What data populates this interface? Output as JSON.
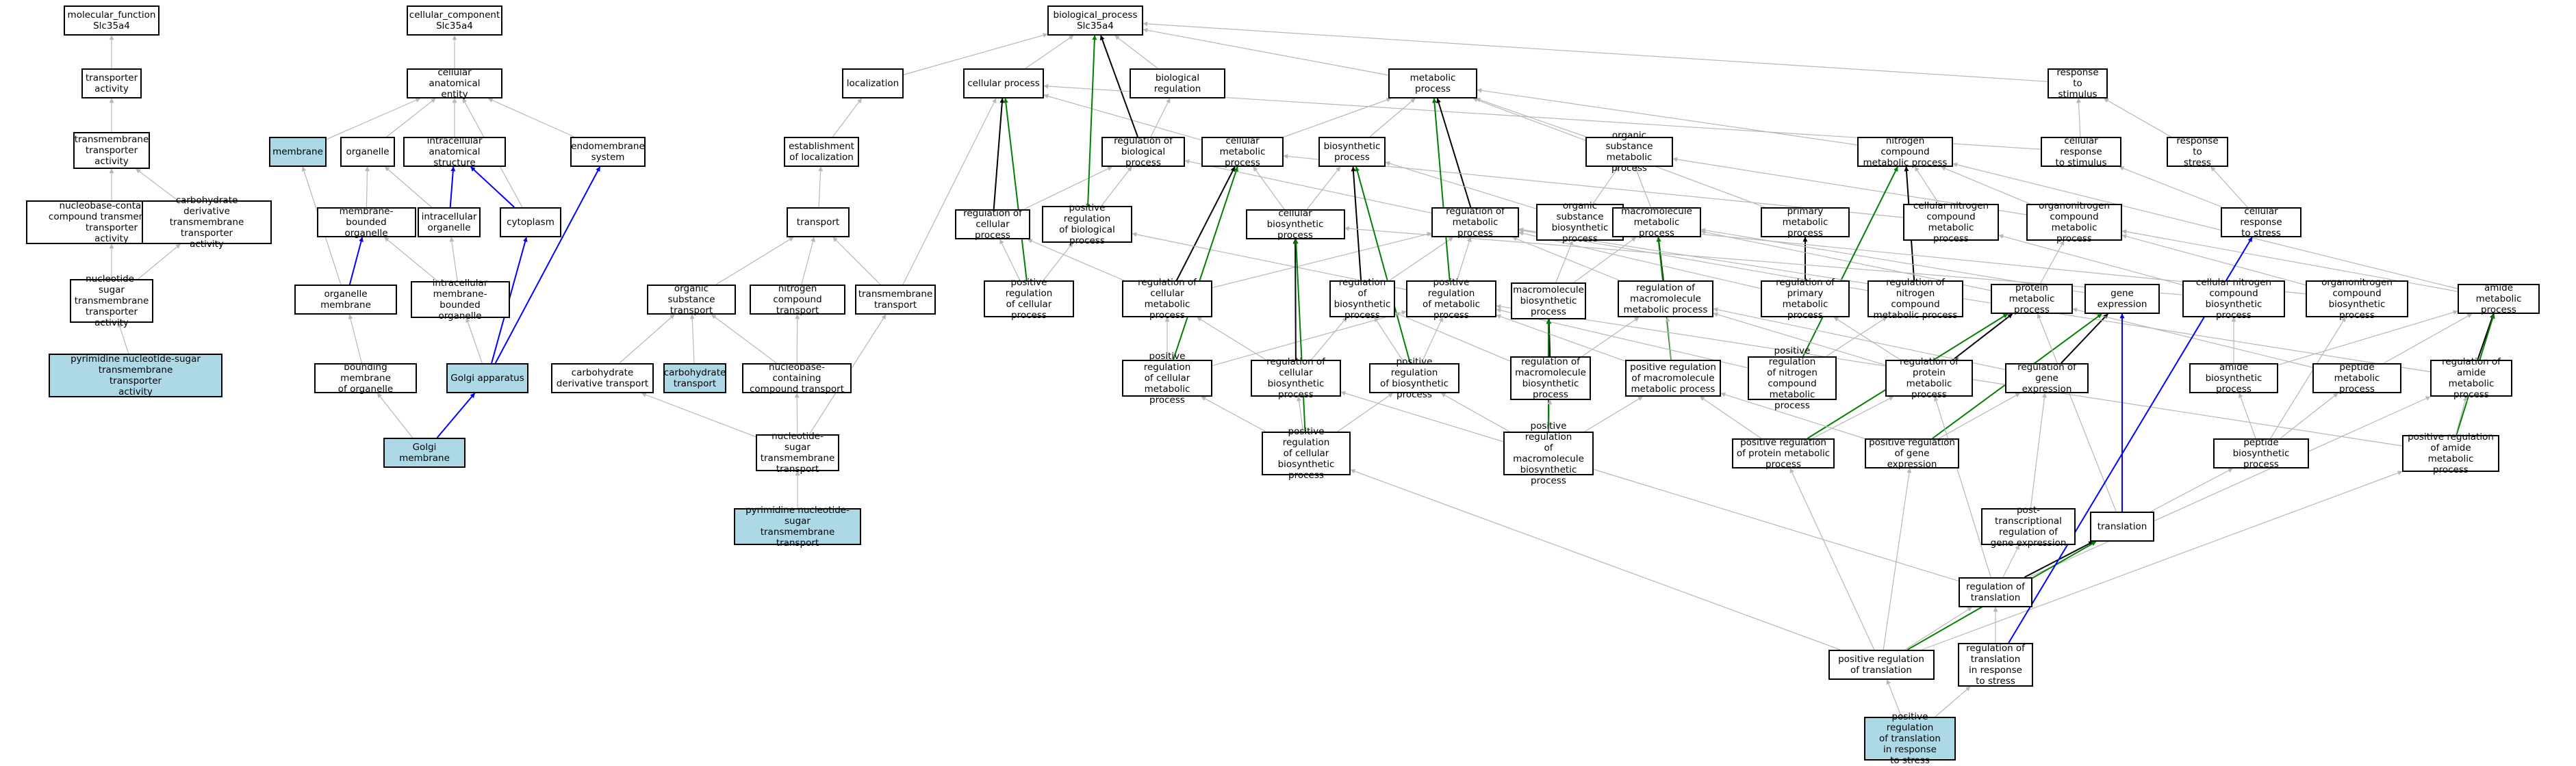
{
  "colors": {
    "is_a": "#b7b7b7",
    "part_of": "#0000ff",
    "regulates": "#000000",
    "positively_regulates": "#008000",
    "highlight_fill": "#add8e6"
  },
  "nodes": [
    {
      "id": "mf",
      "label": "molecular_function\nSlc35a4"
    },
    {
      "id": "ta",
      "label": "transporter\nactivity"
    },
    {
      "id": "tmta",
      "label": "transmembrane\ntransporter\nactivity"
    },
    {
      "id": "nbc",
      "label": "nucleobase-containing\ncompound transmembrane\ntransporter\nactivity"
    },
    {
      "id": "cdt",
      "label": "carbohydrate\nderivative transmembrane\ntransporter\nactivity"
    },
    {
      "id": "nst",
      "label": "nucleotide-sugar\ntransmembrane\ntransporter\nactivity"
    },
    {
      "id": "pyra",
      "label": "pyrimidine nucleotide-sugar\ntransmembrane\ntransporter\nactivity",
      "highlight": true
    },
    {
      "id": "cc",
      "label": "cellular_component\nSlc35a4"
    },
    {
      "id": "cae",
      "label": "cellular anatomical\nentity"
    },
    {
      "id": "membrane",
      "label": "membrane",
      "highlight": true
    },
    {
      "id": "organelle",
      "label": "organelle"
    },
    {
      "id": "ias",
      "label": "intracellular\nanatomical structure"
    },
    {
      "id": "endo",
      "label": "endomembrane\nsystem"
    },
    {
      "id": "mbo",
      "label": "membrane-bounded\norganelle"
    },
    {
      "id": "io",
      "label": "intracellular\norganelle"
    },
    {
      "id": "cyto",
      "label": "cytoplasm"
    },
    {
      "id": "om",
      "label": "organelle membrane"
    },
    {
      "id": "imbo",
      "label": "intracellular\nmembrane-bounded\norganelle"
    },
    {
      "id": "bmo",
      "label": "bounding membrane\nof organelle"
    },
    {
      "id": "golgi",
      "label": "Golgi apparatus",
      "highlight": true
    },
    {
      "id": "golgim",
      "label": "Golgi membrane",
      "highlight": true
    },
    {
      "id": "bp",
      "label": "biological_process\nSlc35a4"
    },
    {
      "id": "loc",
      "label": "localization"
    },
    {
      "id": "eol",
      "label": "establishment\nof localization"
    },
    {
      "id": "transport",
      "label": "transport"
    },
    {
      "id": "ost",
      "label": "organic substance\ntransport"
    },
    {
      "id": "nct",
      "label": "nitrogen compound\ntransport"
    },
    {
      "id": "tmt",
      "label": "transmembrane\ntransport"
    },
    {
      "id": "cdtr",
      "label": "carbohydrate\nderivative transport"
    },
    {
      "id": "ct",
      "label": "carbohydrate\ntransport",
      "highlight": true
    },
    {
      "id": "ncct",
      "label": "nucleobase-containing\ncompound transport"
    },
    {
      "id": "nstt",
      "label": "nucleotide-sugar\ntransmembrane\ntransport"
    },
    {
      "id": "pyrt",
      "label": "pyrimidine nucleotide-sugar\ntransmembrane\ntransport",
      "highlight": true
    },
    {
      "id": "cp",
      "label": "cellular process"
    },
    {
      "id": "breg",
      "label": "biological regulation"
    },
    {
      "id": "mp",
      "label": "metabolic process"
    },
    {
      "id": "rts",
      "label": "response to\nstimulus"
    },
    {
      "id": "cmp",
      "label": "cellular metabolic\nprocess"
    },
    {
      "id": "rbp",
      "label": "regulation of\nbiological process"
    },
    {
      "id": "biop",
      "label": "biosynthetic\nprocess"
    },
    {
      "id": "osmp",
      "label": "organic substance\nmetabolic process"
    },
    {
      "id": "ncmp",
      "label": "nitrogen compound\nmetabolic process"
    },
    {
      "id": "crs",
      "label": "cellular response\nto stimulus"
    },
    {
      "id": "rtstress",
      "label": "response to\nstress"
    },
    {
      "id": "rcp",
      "label": "regulation of\ncellular process"
    },
    {
      "id": "prbp",
      "label": "positive regulation\nof biological\nprocess"
    },
    {
      "id": "cbp",
      "label": "cellular biosynthetic\nprocess"
    },
    {
      "id": "rmp",
      "label": "regulation of\nmetabolic process"
    },
    {
      "id": "osbp",
      "label": "organic substance\nbiosynthetic\nprocess"
    },
    {
      "id": "mmp",
      "label": "macromolecule\nmetabolic process"
    },
    {
      "id": "pmp",
      "label": "primary metabolic\nprocess"
    },
    {
      "id": "cncmp",
      "label": "cellular nitrogen\ncompound metabolic\nprocess"
    },
    {
      "id": "oncmp",
      "label": "organonitrogen\ncompound metabolic\nprocess"
    },
    {
      "id": "crstress",
      "label": "cellular response\nto stress"
    },
    {
      "id": "prcp",
      "label": "positive regulation\nof cellular\nprocess"
    },
    {
      "id": "rcmp",
      "label": "regulation of\ncellular metabolic\nprocess"
    },
    {
      "id": "rbiop",
      "label": "regulation of\nbiosynthetic\nprocess"
    },
    {
      "id": "prmp",
      "label": "positive regulation\nof metabolic\nprocess"
    },
    {
      "id": "mbp",
      "label": "macromolecule\nbiosynthetic\nprocess"
    },
    {
      "id": "rmmp",
      "label": "regulation of\nmacromolecule\nmetabolic process"
    },
    {
      "id": "rpmp",
      "label": "regulation of\nprimary metabolic\nprocess"
    },
    {
      "id": "rncmp",
      "label": "regulation of\nnitrogen compound\nmetabolic process"
    },
    {
      "id": "protmp",
      "label": "protein metabolic\nprocess"
    },
    {
      "id": "ge",
      "label": "gene expression"
    },
    {
      "id": "cncbp",
      "label": "cellular nitrogen\ncompound biosynthetic\nprocess"
    },
    {
      "id": "oncbp",
      "label": "organonitrogen\ncompound biosynthetic\nprocess"
    },
    {
      "id": "amp",
      "label": "amide metabolic\nprocess"
    },
    {
      "id": "prcmp",
      "label": "positive regulation\nof cellular\nmetabolic process"
    },
    {
      "id": "rcbp",
      "label": "regulation of\ncellular biosynthetic\nprocess"
    },
    {
      "id": "prbiop",
      "label": "positive regulation\nof biosynthetic\nprocess"
    },
    {
      "id": "rmbp",
      "label": "regulation of\nmacromolecule\nbiosynthetic\nprocess"
    },
    {
      "id": "prmmp",
      "label": "positive regulation\nof macromolecule\nmetabolic process"
    },
    {
      "id": "prncmp",
      "label": "positive regulation\nof nitrogen\ncompound\nmetabolic process"
    },
    {
      "id": "rprotmp",
      "label": "regulation of\nprotein metabolic\nprocess"
    },
    {
      "id": "rge",
      "label": "regulation of\ngene expression"
    },
    {
      "id": "abp",
      "label": "amide biosynthetic\nprocess"
    },
    {
      "id": "peptmp",
      "label": "peptide metabolic\nprocess"
    },
    {
      "id": "ramp",
      "label": "regulation of\namide metabolic\nprocess"
    },
    {
      "id": "prcbp",
      "label": "positive regulation\nof cellular\nbiosynthetic\nprocess"
    },
    {
      "id": "prmbp",
      "label": "positive regulation\nof macromolecule\nbiosynthetic\nprocess"
    },
    {
      "id": "prprotmp",
      "label": "positive regulation\nof protein metabolic\nprocess"
    },
    {
      "id": "prge",
      "label": "positive regulation\nof gene expression"
    },
    {
      "id": "pbp",
      "label": "peptide biosynthetic\nprocess"
    },
    {
      "id": "pramp",
      "label": "positive regulation\nof amide metabolic\nprocess"
    },
    {
      "id": "ptrge",
      "label": "post-transcriptional\nregulation of\ngene expression"
    },
    {
      "id": "transl",
      "label": "translation"
    },
    {
      "id": "rtransl",
      "label": "regulation of\ntranslation"
    },
    {
      "id": "prtransl",
      "label": "positive regulation\nof translation"
    },
    {
      "id": "rtrs",
      "label": "regulation of\ntranslation\nin response\nto stress"
    },
    {
      "id": "prtrs",
      "label": "positive regulation\nof translation\nin response\nto stress",
      "highlight": true
    }
  ]
}
